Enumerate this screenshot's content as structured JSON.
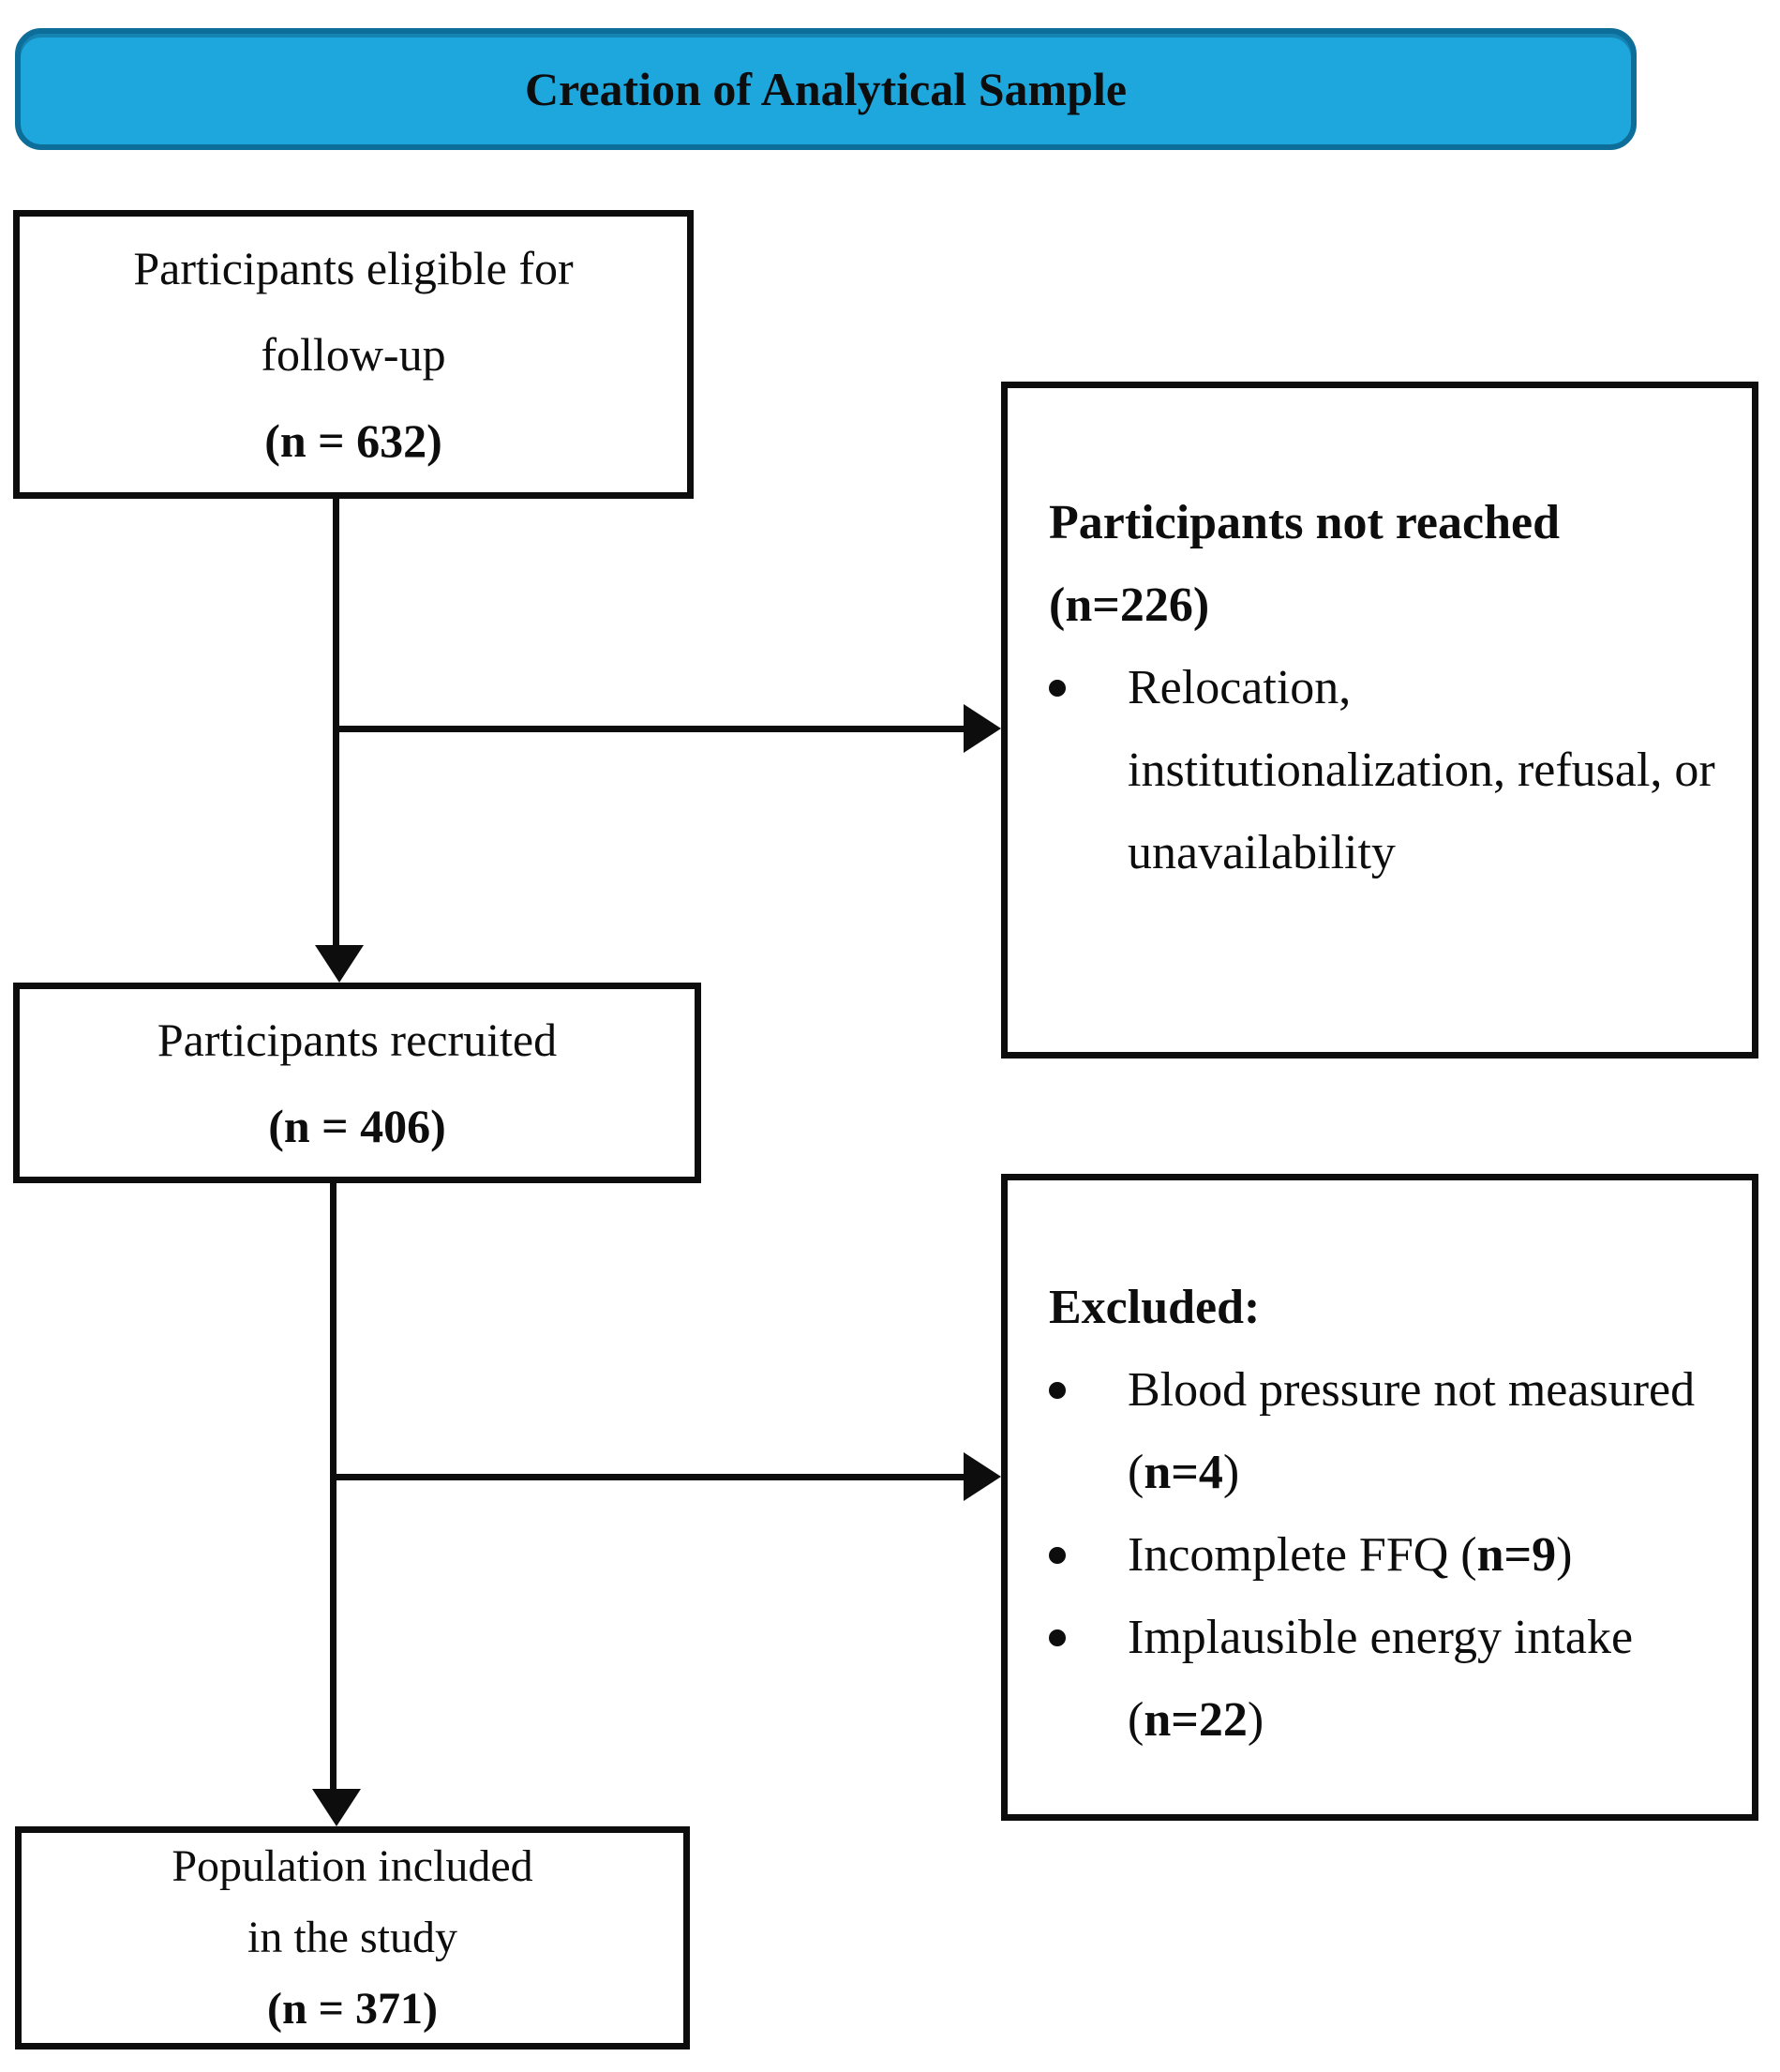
{
  "header": {
    "title": "Creation of Analytical Sample"
  },
  "colors": {
    "header_fill": "#1ea7dd",
    "header_border": "#0d6e99",
    "box_border": "#0d0d0d",
    "arrow": "#0d0d0d",
    "text": "#0d0d0d"
  },
  "boxes": {
    "eligible": {
      "lines": [
        "Participants eligible for",
        "follow-up"
      ],
      "n": "(n = 632)"
    },
    "recruited": {
      "lines": [
        "Participants recruited"
      ],
      "n": "(n = 406)"
    },
    "included": {
      "lines": [
        "Population included",
        "in the study"
      ],
      "n": "(n = 371)"
    },
    "not_reached": {
      "title_lines": [
        "Participants not reached",
        "(n=226)"
      ],
      "bullets": [
        {
          "segments": [
            {
              "text": "Relocation, institutionalization, refusal, or unavailability",
              "bold": false
            }
          ]
        }
      ]
    },
    "excluded": {
      "title_lines": [
        "Excluded:"
      ],
      "bullets": [
        {
          "segments": [
            {
              "text": "Blood pressure not measured (",
              "bold": false
            },
            {
              "text": "n=4",
              "bold": true
            },
            {
              "text": ")",
              "bold": false
            }
          ]
        },
        {
          "segments": [
            {
              "text": "Incomplete FFQ (",
              "bold": false
            },
            {
              "text": "n=9",
              "bold": true
            },
            {
              "text": ")",
              "bold": false
            }
          ]
        },
        {
          "segments": [
            {
              "text": "Implausible energy intake (",
              "bold": false
            },
            {
              "text": "n=22",
              "bold": true
            },
            {
              "text": ")",
              "bold": false
            }
          ]
        }
      ]
    }
  }
}
